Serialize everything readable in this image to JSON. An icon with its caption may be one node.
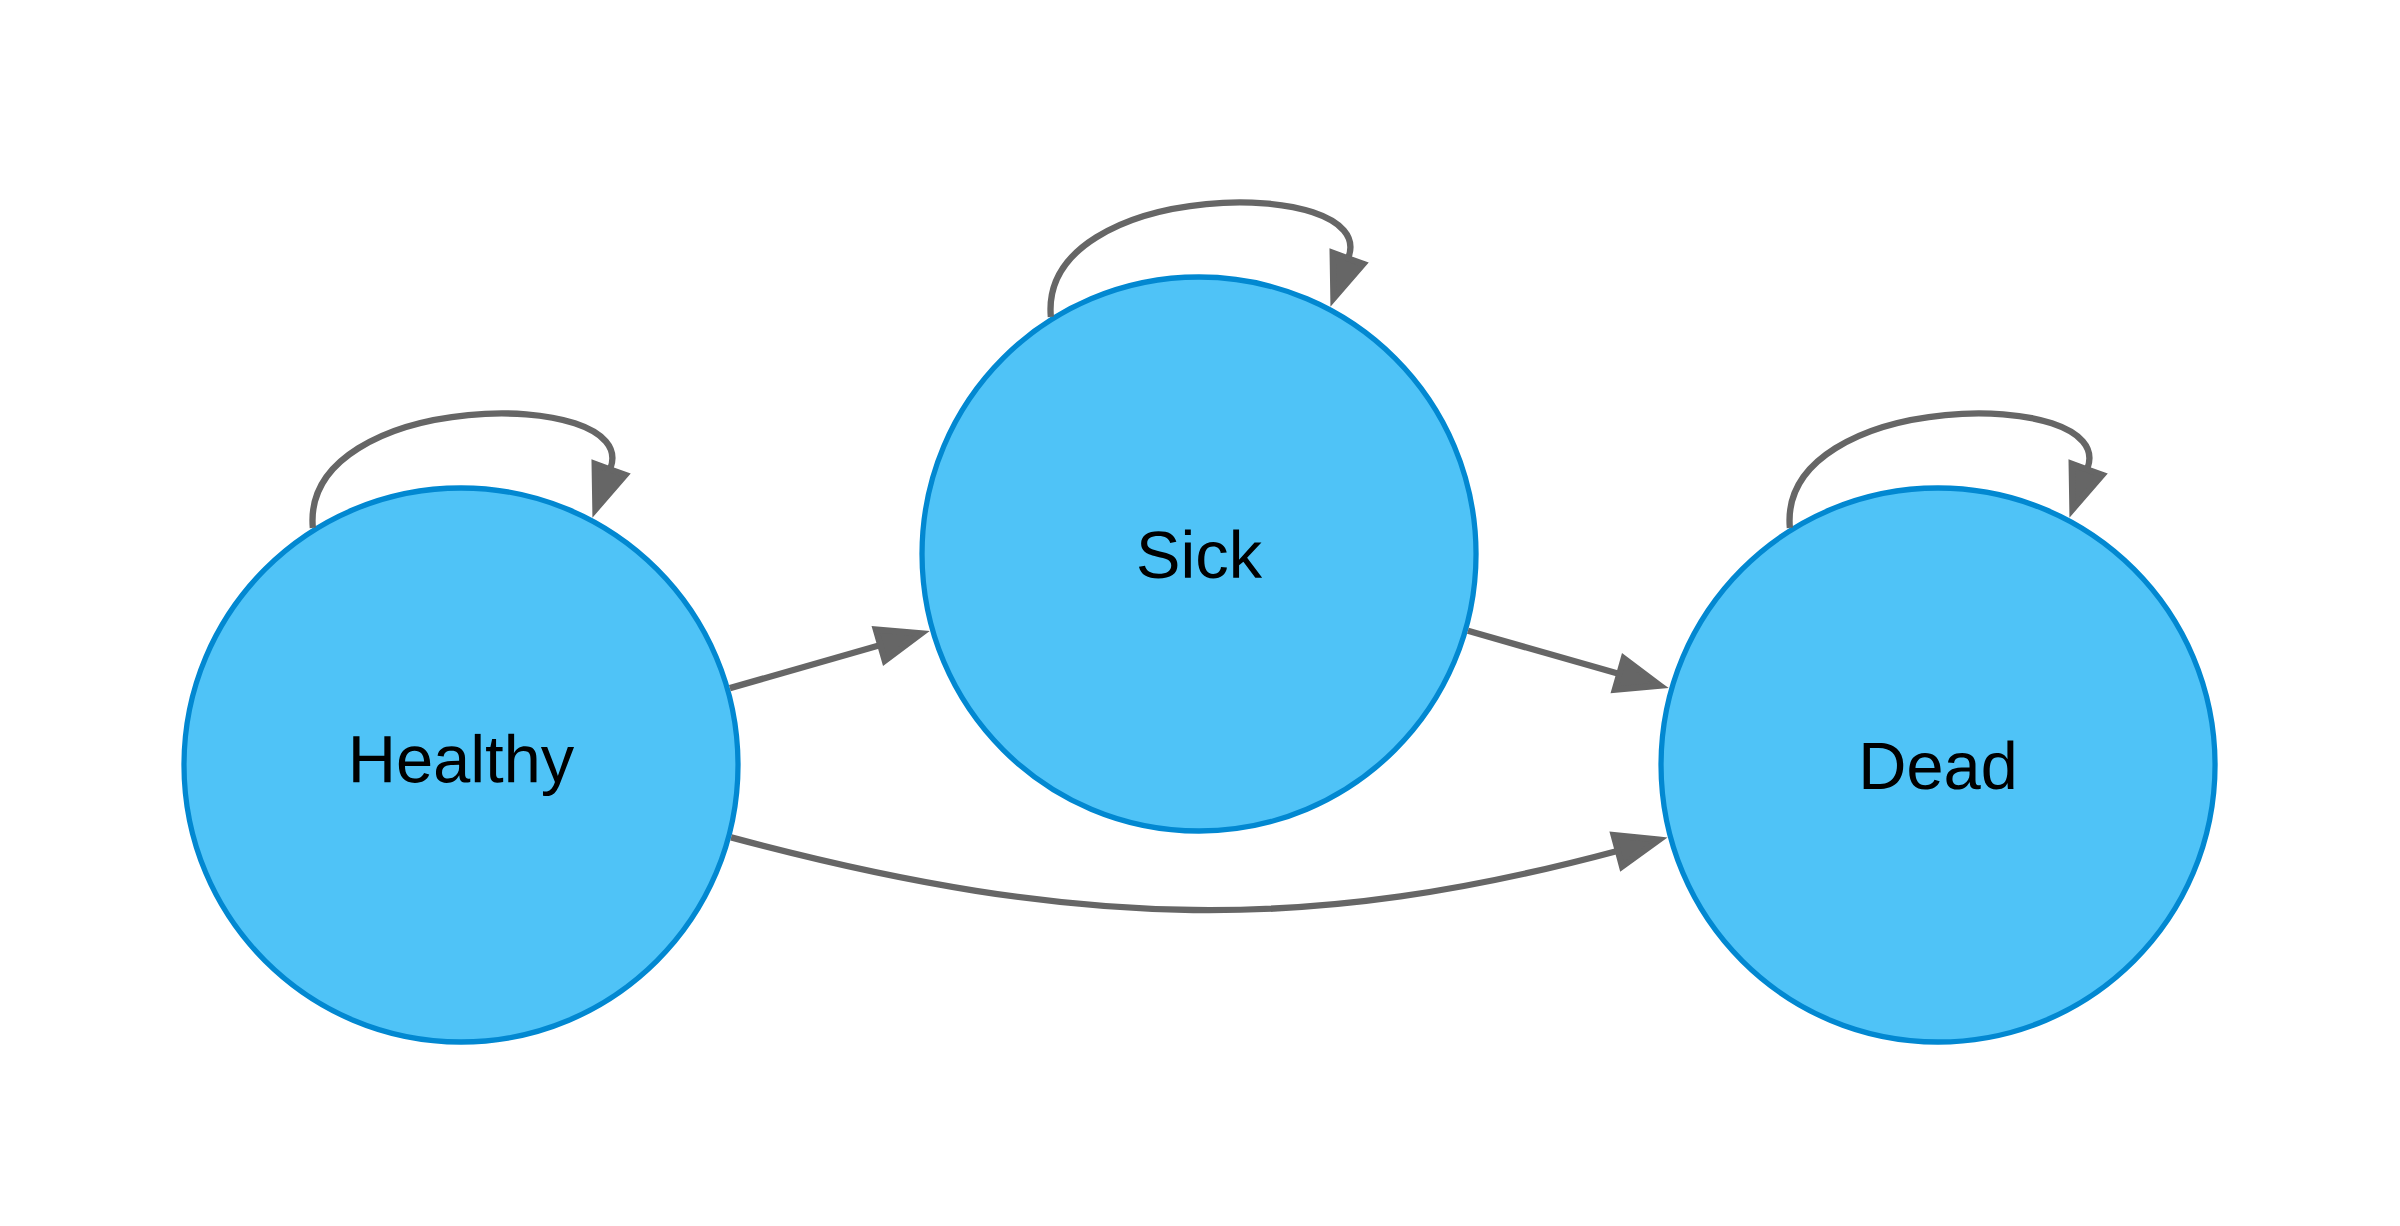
{
  "diagram": {
    "nodes": [
      {
        "text": [
          "Healthy"
        ]
      },
      {
        "text": [
          "Sick"
        ]
      },
      {
        "text": [
          "Dead"
        ]
      }
    ],
    "edges": [
      {
        "from": 0,
        "to": 0,
        "arrow": "to"
      },
      {
        "from": 0,
        "to": 1,
        "arrow": "to"
      },
      {
        "from": 1,
        "to": 1,
        "arrow": "to"
      },
      {
        "from": 1,
        "to": 2,
        "arrow": "to"
      },
      {
        "from": 2,
        "to": 2,
        "arrow": "to"
      },
      {
        "from": 0,
        "to": 2,
        "arrow": "to"
      }
    ]
  }
}
